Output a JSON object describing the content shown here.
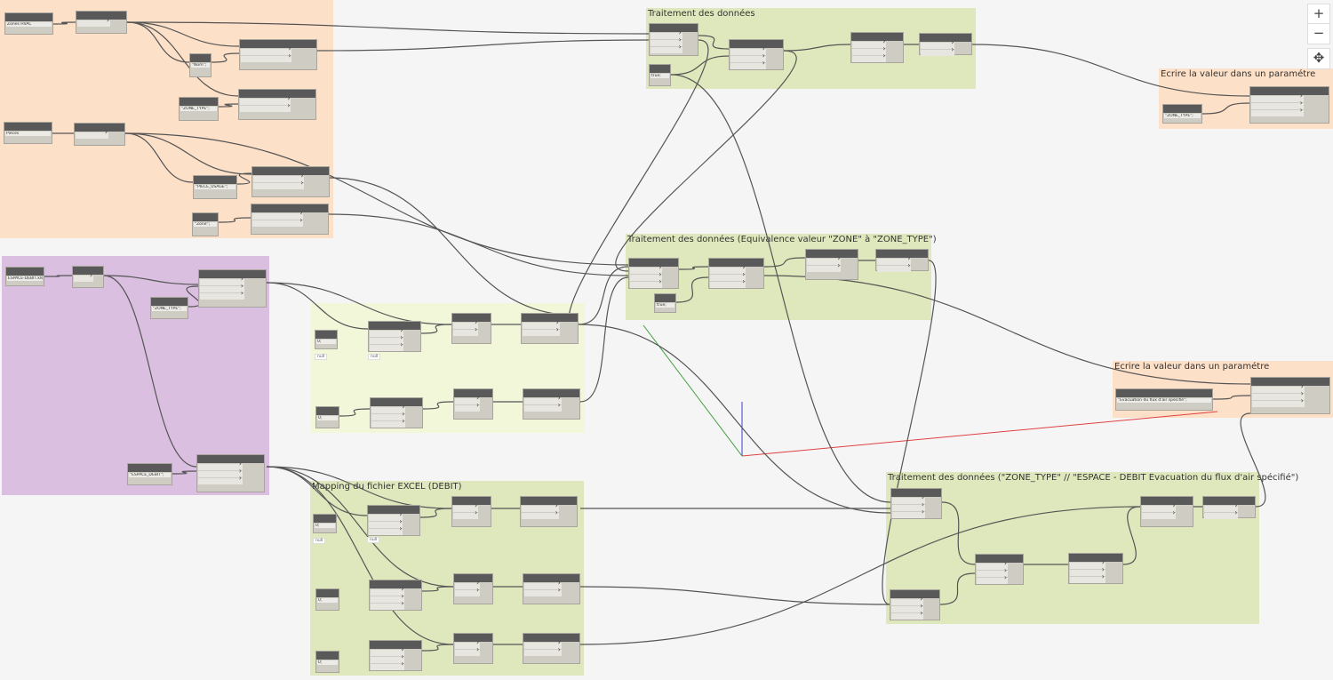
{
  "groups": {
    "g_title_top": "Traitement des données",
    "g_write1": "Ecrire la valeur dans un paramétre",
    "g_equiv": "Traitement des données (Equivalence valeur \"ZONE\" à \"ZONE_TYPE\")",
    "g_write2": "Ecrire la valeur dans un paramétre",
    "g_mapping": "Mapping du fichier EXCEL (DEBIT)",
    "g_zonetype": "Traitement des données (\"ZONE_TYPE\" // \"ESPACE - DEBIT Evacuation du flux d'air spécifié\")"
  },
  "values": {
    "zones_hvac": "Zones HVAC",
    "pieces": "Pièces",
    "excel_file": "ESPACE-DEBIT.xlsx",
    "nom": "\"Nom\";",
    "zone_type": "\"ZONE_TYPE\";",
    "piece_usage": "\"PIECE_USAGE\";",
    "zone": "\"Zone\";",
    "espace_debit": "\"ESPACE_DEBIT\";",
    "true": "true;",
    "zero": "0;",
    "null": "null",
    "evacuation": "\"Evacuation du flux d'air spécifié\";"
  },
  "controls": {
    "zoom_in": "+",
    "zoom_out": "−",
    "pan": "✥"
  },
  "colors": {
    "orange_group": "#fde0c8",
    "purple_group": "#dabfe0",
    "green_group": "#dfe8bc",
    "yellow_group": "#f1f7d8",
    "axis_x": "#e04040",
    "axis_y": "#40a040",
    "axis_z": "#4040d0"
  }
}
